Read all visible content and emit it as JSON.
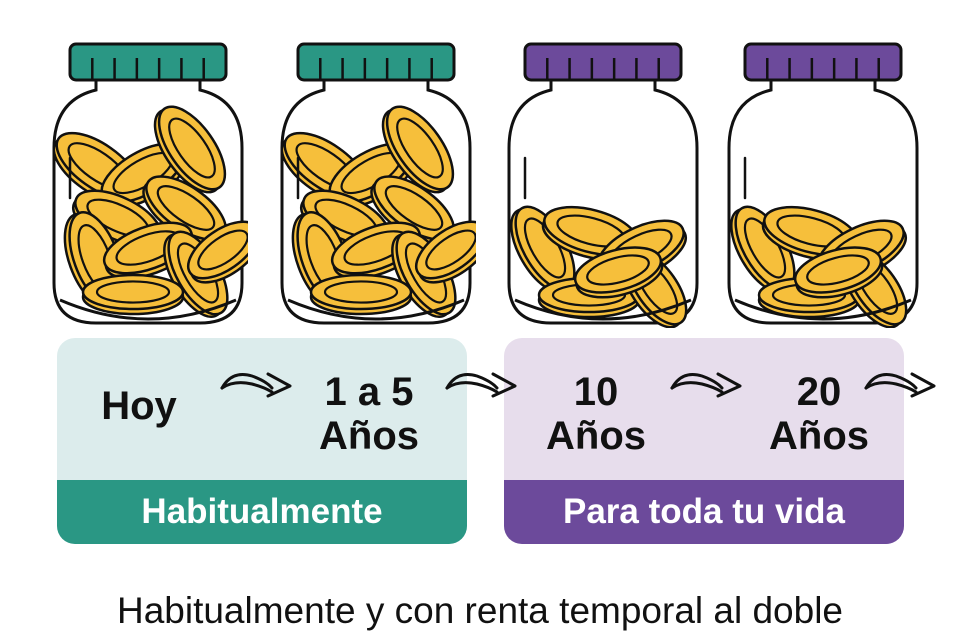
{
  "colors": {
    "green_accent": "#2a9784",
    "green_panel": "#dcecec",
    "purple_accent": "#6c4a9b",
    "purple_panel": "#e7ddec",
    "coin": "#f6bf3b"
  },
  "jars": [
    {
      "lid": "green",
      "fill": "full"
    },
    {
      "lid": "green",
      "fill": "full"
    },
    {
      "lid": "purple",
      "fill": "partial"
    },
    {
      "lid": "purple",
      "fill": "partial"
    }
  ],
  "timeline": {
    "stages": [
      {
        "label": "Hoy"
      },
      {
        "label": "1 a 5\nAños"
      },
      {
        "label": "10\nAños"
      },
      {
        "label": "20\nAños"
      }
    ],
    "arrow_icon": "curved-arrow-icon"
  },
  "groups": {
    "green": {
      "label": "Habitualmente"
    },
    "purple": {
      "label": "Para toda tu vida"
    }
  },
  "caption": "Habitualmente y con renta temporal al doble"
}
